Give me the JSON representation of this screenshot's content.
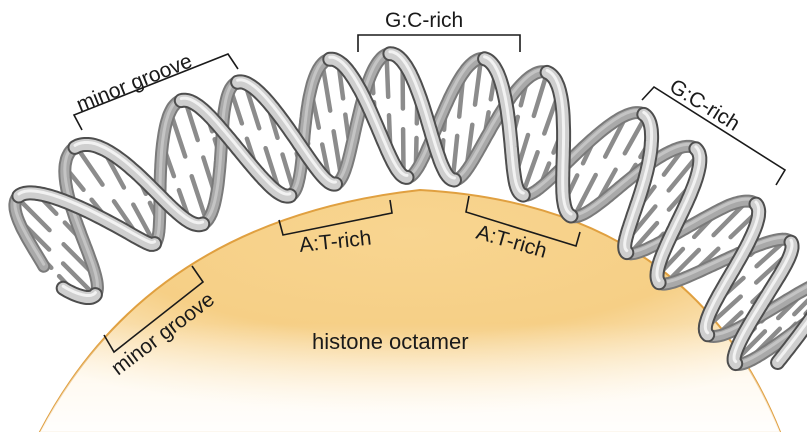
{
  "labels": {
    "octamer": "histone octamer",
    "minor_groove_top": "minor groove",
    "minor_groove_bottom": "minor groove",
    "gc_rich_top": "G:C-rich",
    "gc_rich_right": "G:C-rich",
    "at_rich_left": "A:T-rich",
    "at_rich_right": "A:T-rich"
  },
  "colors": {
    "octamer_edge": "#e6a94a",
    "octamer_core": "#f7d089",
    "strand_dark": "#6f6f6f",
    "strand_light": "#dedede",
    "rung": "#8c8c8c"
  }
}
